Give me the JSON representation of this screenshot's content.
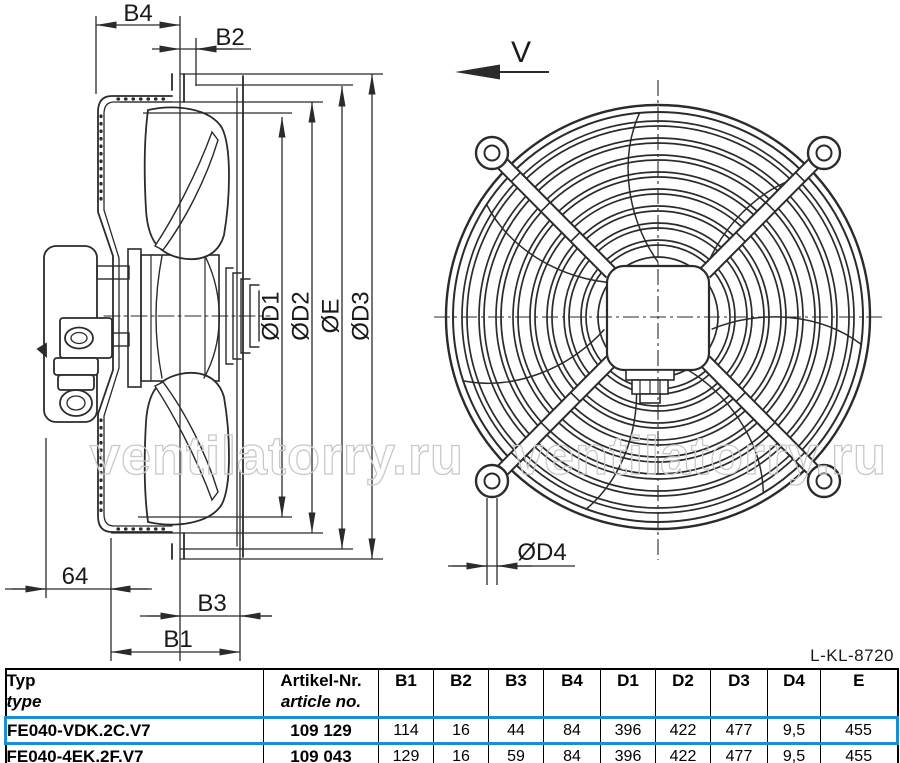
{
  "drawing": {
    "side_view": {
      "labels": {
        "b4": "B4",
        "b2": "B2",
        "offset_64": "64",
        "b3": "B3",
        "b1": "B1",
        "d1": "ØD1",
        "d2": "ØD2",
        "e": "ØE",
        "d3": "ØD3"
      }
    },
    "front_view": {
      "labels": {
        "d4": "ØD4",
        "view_arrow": "V"
      }
    },
    "drawing_code": "L-KL-8720",
    "watermark": "ventilatorry.ru"
  },
  "table": {
    "header": {
      "typ_primary": "Typ",
      "typ_secondary": "type",
      "artikel_primary": "Artikel-Nr.",
      "artikel_secondary": "article no.",
      "dim_columns": [
        "B1",
        "B2",
        "B3",
        "B4",
        "D1",
        "D2",
        "D3",
        "D4",
        "E"
      ]
    },
    "rows": [
      {
        "type": "FE040-VDK.2C.V7",
        "article": "109 129",
        "values": [
          "114",
          "16",
          "44",
          "84",
          "396",
          "422",
          "477",
          "9,5",
          "455"
        ],
        "highlighted": true
      },
      {
        "type": "FE040-4EK.2F.V7",
        "article": "109 043",
        "values": [
          "129",
          "16",
          "59",
          "84",
          "396",
          "422",
          "477",
          "9,5",
          "455"
        ],
        "highlighted": false
      }
    ],
    "highlight_color": "#1b8fd6"
  }
}
